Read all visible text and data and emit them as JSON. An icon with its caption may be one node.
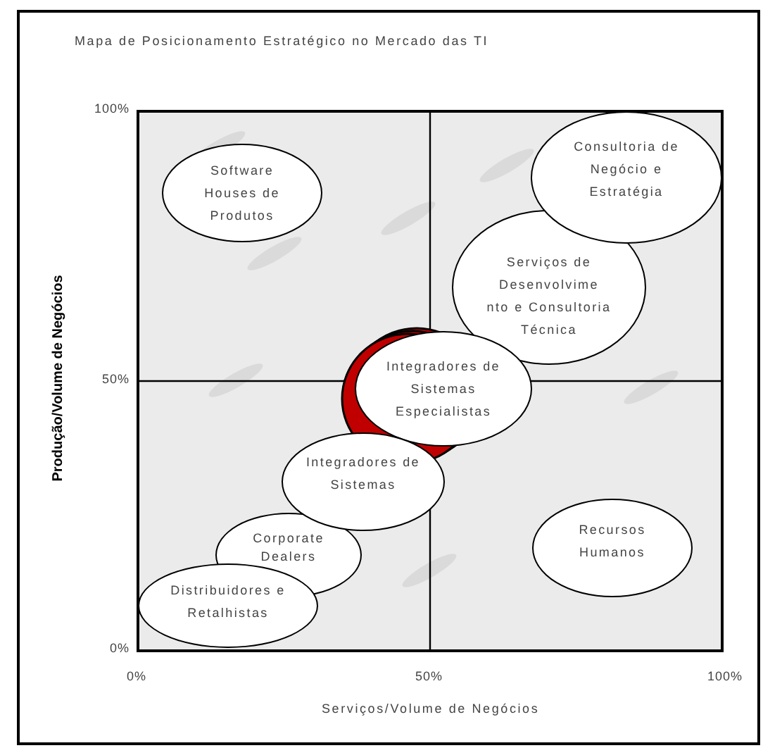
{
  "diagram": {
    "title": "Mapa de Posicionamento Estratégico no Mercado das TI",
    "nodes": [
      {
        "text": [
          "Software Houses de Produtos"
        ]
      },
      {
        "text": [
          "Consultoria de Negócio e Estratégia"
        ]
      },
      {
        "text": [
          "Serviços de Desenvolvime nto e Consultoria Técnica"
        ]
      },
      {
        "text": [
          "Integradores de Sistemas Especialistas"
        ]
      },
      {
        "text": [
          "Integradores de Sistemas"
        ]
      },
      {
        "text": [
          "Corporate Dealers"
        ]
      },
      {
        "text": [
          "Distribuidores e Retalhistas"
        ]
      },
      {
        "text": [
          "Recursos Humanos"
        ]
      }
    ],
    "edges": [],
    "labels": [
      "100%",
      "50%",
      "0%",
      "0%",
      "50%",
      "100%",
      "Serviços/Volume de Negócios",
      "Produção/Volume de Negócios"
    ]
  }
}
